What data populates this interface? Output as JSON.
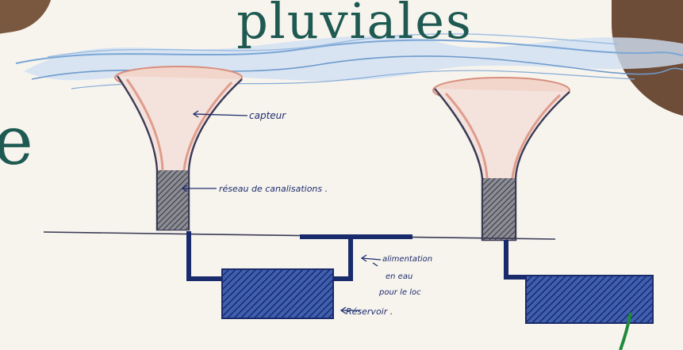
{
  "header": {
    "title_partial": "des eaux",
    "title_main": "pluviales",
    "side_letter": "e"
  },
  "labels": {
    "collector": "capteur",
    "network": "réseau de canalisations .",
    "supply_line1": "alimentation",
    "supply_line2": "en eau",
    "supply_line3": "pour le loc",
    "reservoir": "Réservoir ."
  },
  "colors": {
    "accent": "#1e5a52",
    "ink": "#1f2d6e",
    "water_blue": "#7aa6d6",
    "funnel_pink": "#e09c8c",
    "brown_frame": "#6d4c38"
  }
}
